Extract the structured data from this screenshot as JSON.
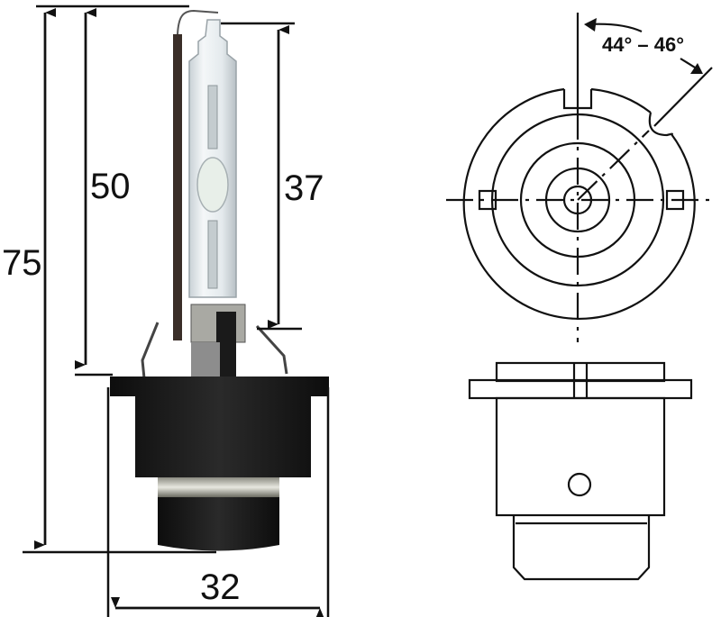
{
  "diagram": {
    "subject": "D2S xenon HID bulb dimensional drawing",
    "dimensions": {
      "overall_height": "75",
      "base_to_top": "50",
      "burner_length": "37",
      "base_width": "32"
    },
    "angle_label": "44° – 46°"
  },
  "colors": {
    "line": "#111111",
    "base_black": "#1a1a1a",
    "glass": "#dfe6ea",
    "metal": "#b8b8b0"
  }
}
